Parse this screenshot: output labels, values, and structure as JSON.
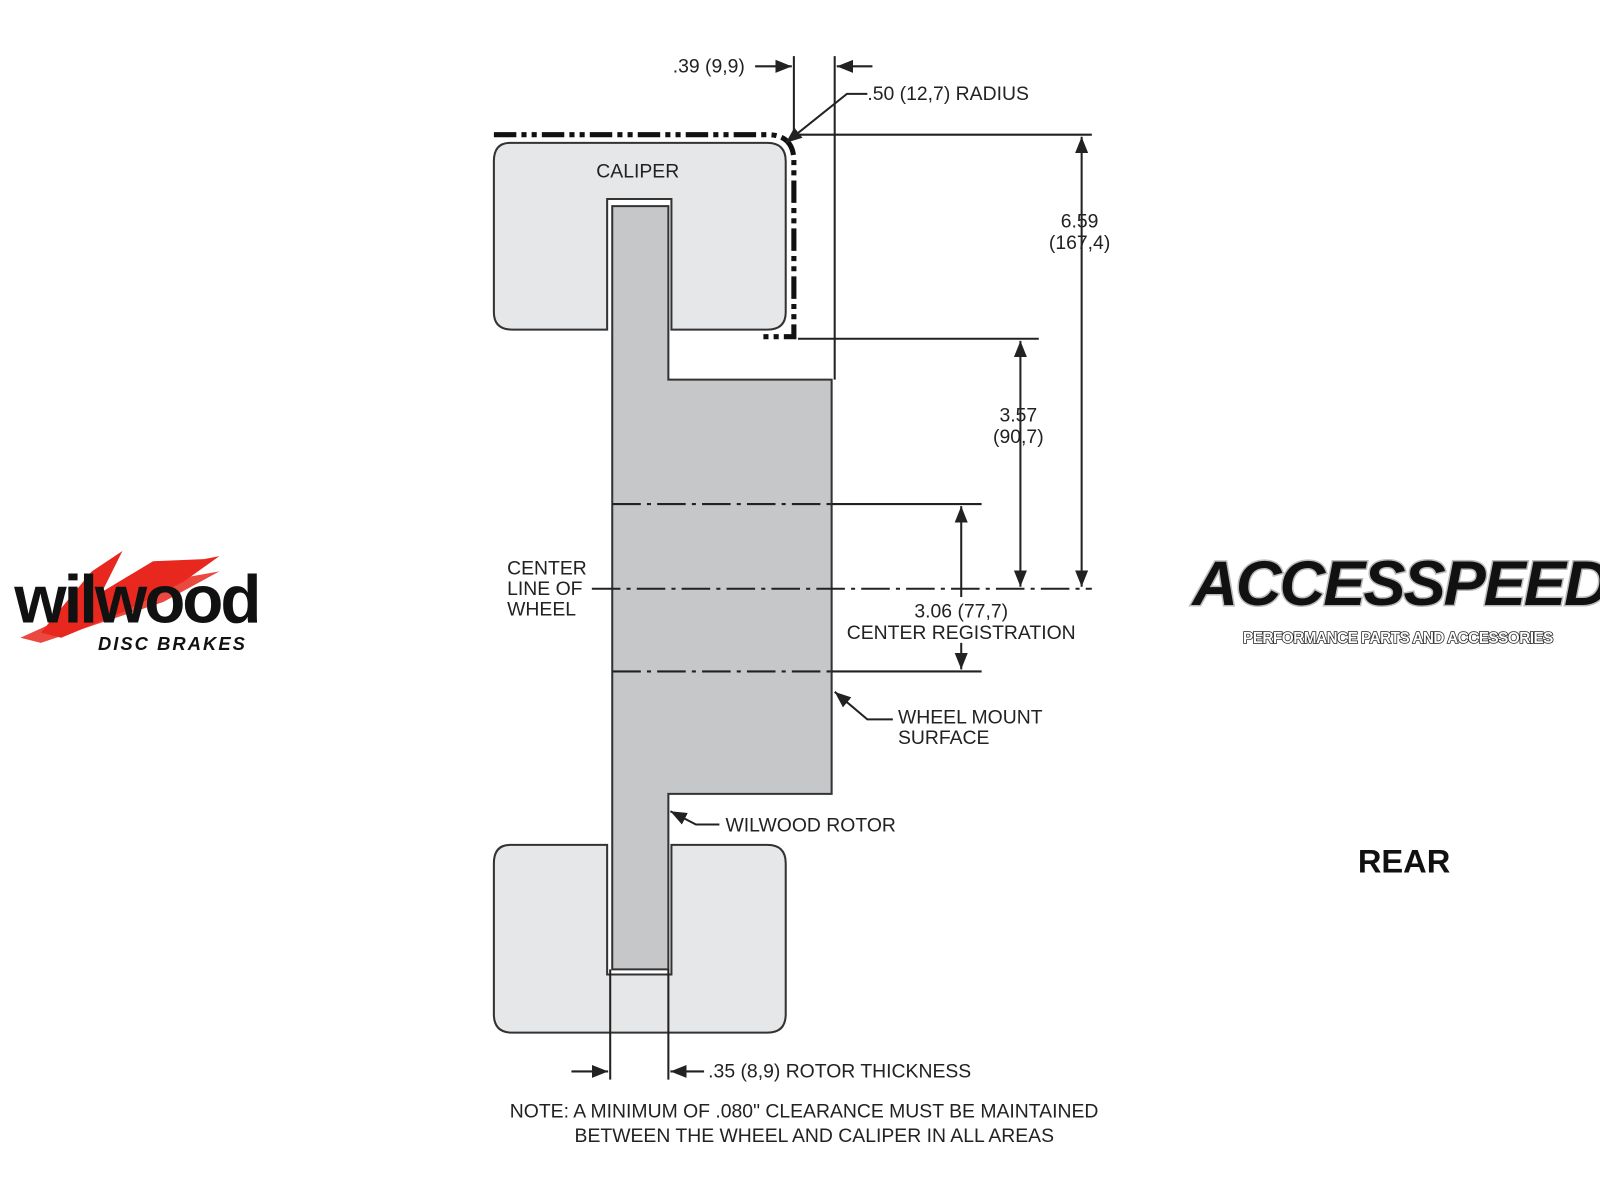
{
  "labels": {
    "caliper": "CALIPER",
    "offset_dim": ".39 (9,9)",
    "radius_dim": ".50 (12,7) RADIUS",
    "overall_dim_in": "6.59",
    "overall_dim_mm": "(167,4)",
    "inner_dim_in": "3.57",
    "inner_dim_mm": "(90,7)",
    "center_line": [
      "CENTER",
      "LINE OF",
      "WHEEL"
    ],
    "registration_dim": "3.06 (77,7)",
    "registration_label": "CENTER REGISTRATION",
    "wheel_mount": [
      "WHEEL MOUNT",
      "SURFACE"
    ],
    "rotor": "WILWOOD ROTOR",
    "rotor_thickness": ".35 (8,9) ROTOR THICKNESS",
    "note": [
      "NOTE: A MINIMUM OF .080\" CLEARANCE MUST BE MAINTAINED",
      "BETWEEN THE WHEEL AND CALIPER IN ALL AREAS"
    ],
    "view": "REAR"
  },
  "logos": {
    "wilwood": "wilwood",
    "wilwood_sub": "DISC BRAKES",
    "accespeed": "ACCESSPEED",
    "accespeed_sub": "PERFORMANCE PARTS AND ACCESSORIES"
  },
  "colors": {
    "caliper_fill": "#e6e7e9",
    "rotor_fill": "#c6c7c9",
    "brand_red": "#e8281e"
  }
}
